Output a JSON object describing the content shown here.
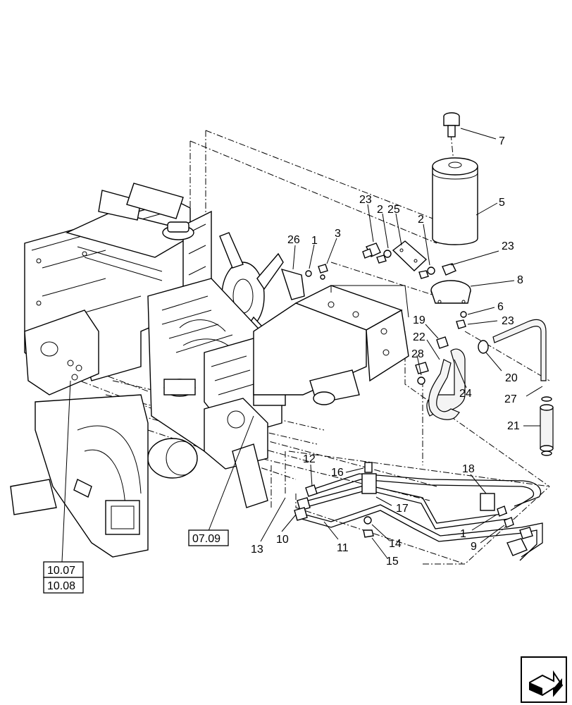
{
  "callouts": [
    "1",
    "2",
    "3",
    "5",
    "6",
    "7",
    "8",
    "9",
    "10",
    "11",
    "12",
    "13",
    "14",
    "15",
    "16",
    "17",
    "18",
    "19",
    "20",
    "21",
    "22",
    "23",
    "24",
    "25",
    "26",
    "27",
    "28"
  ],
  "labels": {
    "l7": "7",
    "l5": "5",
    "l23a": "23",
    "l2a": "2",
    "l25": "25",
    "l2b": "2",
    "l23b": "23",
    "l26": "26",
    "l1a": "1",
    "l3": "3",
    "l8": "8",
    "l6": "6",
    "l23c": "23",
    "l19": "19",
    "l22": "22",
    "l28": "28",
    "l20": "20",
    "l24": "24",
    "l27": "27",
    "l21": "21",
    "l12": "12",
    "l16": "16",
    "l18": "18",
    "l17": "17",
    "l1b": "1",
    "l9": "9",
    "l13": "13",
    "l10": "10",
    "l11": "11",
    "l14": "14",
    "l15": "15"
  },
  "references": {
    "r0709": "07.09",
    "r1007": "10.07",
    "r1008": "10.08"
  },
  "nav_icon": "next-page-arrow-icon"
}
